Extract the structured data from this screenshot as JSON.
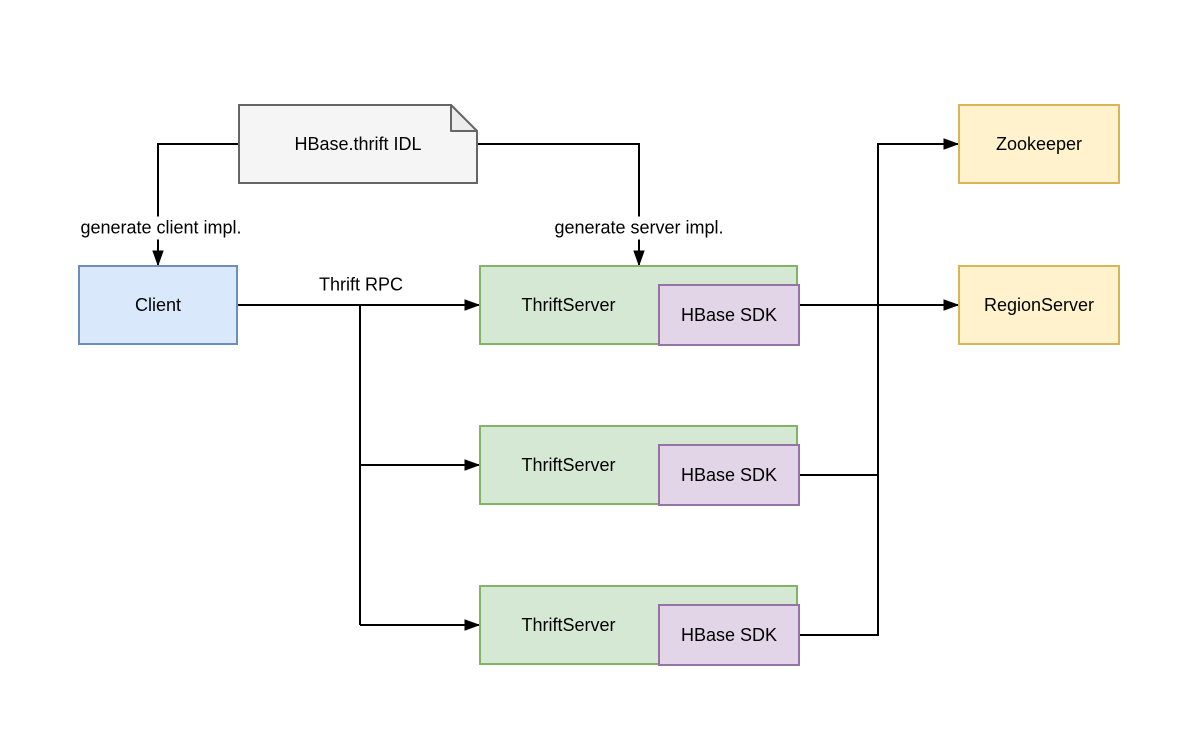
{
  "nodes": {
    "idl": {
      "label": "HBase.thrift IDL"
    },
    "client": {
      "label": "Client"
    },
    "thrift_servers": [
      {
        "server": "ThriftServer",
        "sdk": "HBase SDK"
      },
      {
        "server": "ThriftServer",
        "sdk": "HBase SDK"
      },
      {
        "server": "ThriftServer",
        "sdk": "HBase SDK"
      }
    ],
    "zookeeper": {
      "label": "Zookeeper"
    },
    "region_server": {
      "label": "RegionServer"
    }
  },
  "edge_labels": {
    "generate_client": "generate client impl.",
    "generate_server": "generate server impl.",
    "thrift_rpc": "Thrift RPC"
  },
  "colors": {
    "document_fill": "#f5f5f5",
    "document_stroke": "#666666",
    "client_fill": "#dae8fc",
    "client_stroke": "#6c8ebf",
    "thriftserver_fill": "#d5e8d4",
    "thriftserver_stroke": "#82b366",
    "sdk_fill": "#e1d5e7",
    "sdk_stroke": "#9673a6",
    "hbase_node_fill": "#fff2cc",
    "hbase_node_stroke": "#d6b656",
    "connector": "#000000",
    "background": "#ffffff"
  }
}
